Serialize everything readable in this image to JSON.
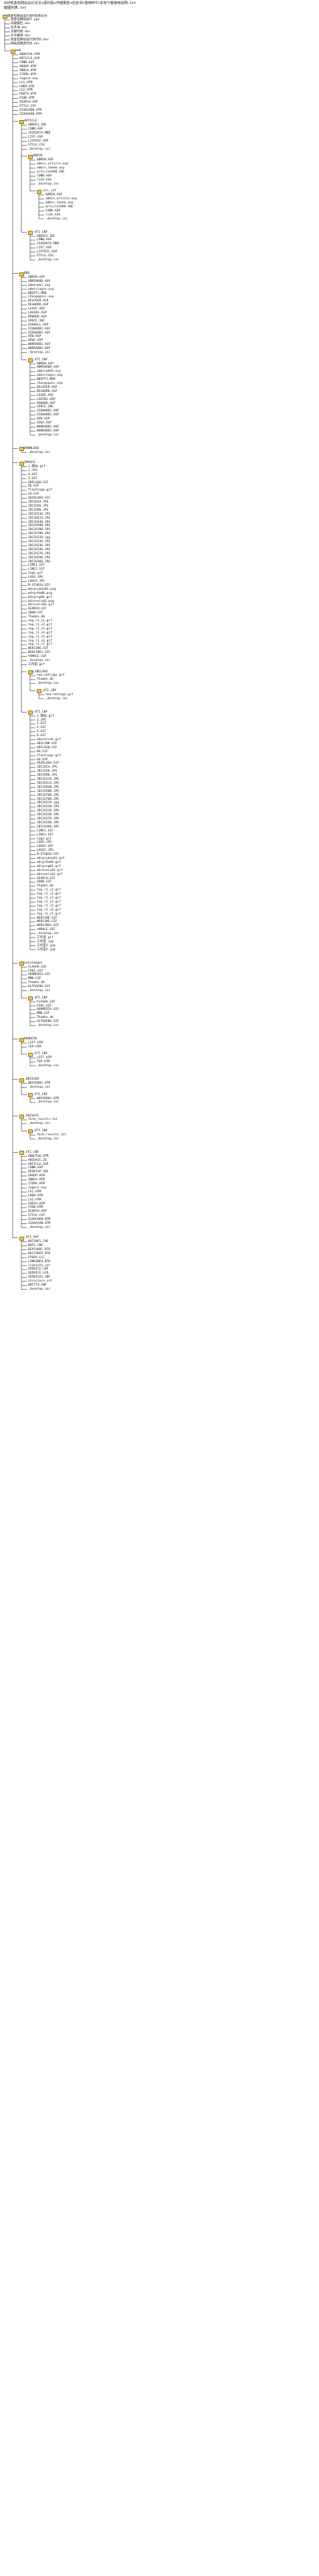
{
  "header": {
    "line1": "ASP现金包网站设计论文+源代码+开题报告+任务书+答辩PPT+本地下载使用说明.txt",
    "line2": "截图列表.txt"
  },
  "tree": {
    "root": "现金包网站设计源代码和论文",
    "root_children": [
      "现金包网站设计.ppt",
      "开题报告.doc",
      "任务书.doc",
      "文献综述.doc",
      "外文翻译.doc",
      "现金包网站设计源代码.doc",
      "网站说明源代码.doc"
    ],
    "web": {
      "name": "web",
      "files": [
        "ABOUTUS.HTM",
        "ARTICLE.ASP",
        "CONN.ASP",
        "GROUP.HTM",
        "INDEX.HTM",
        "ITEMS.HTM",
        "logout.asp",
        "LS1.HTM",
        "LMEM.HTM",
        "LS2.HTM",
        "PHOTO.HTM",
        "PIUB.HTM",
        "SEARCH.ASP",
        "STYLE.CSS",
        "XIAOCHEN.HTM",
        "ZIAOQIAN.HTM"
      ],
      "folders": [
        {
          "name": "ARTICLE",
          "files": [
            "ADDVS1.INC",
            "CONN.ASP",
            "JAZEDATA.MDB",
            "LIST.ASP",
            "LISTDIC.ASP",
            "STYLE.CSS",
            "_desktop.ini"
          ],
          "sub": [
            {
              "name": "ADMIN",
              "files": [
                "ADMIN.ASP",
                "admin_article.asp",
                "admin_lmeem.asp",
                "articleCHAR.INC",
                "CONN.ASP",
                "link.htm",
                "_desktop.ini"
              ],
              "sub": [
                {
                  "name": "_vti_cnf",
                  "files": [
                    "ADMIN.ASP",
                    "admin_article.asp",
                    "admin_lmeem.asp",
                    "articleCHAR.INC",
                    "CONN.ASP",
                    "link.htm",
                    "_desktop.ini"
                  ]
                }
              ]
            },
            {
              "name": "_VTI_CNF",
              "files": [
                "ADDVS1.INC",
                "CONN.ASP",
                "JAZEDATA.MDB",
                "LIST.ASP",
                "LISTDIC.ASP",
                "STYLE.CSS",
                "_desktop.ini"
              ]
            }
          ]
        },
        {
          "name": "BBS",
          "files": [
            "ADMIN.ASP",
            "ADMINADD.ASP",
            "admindel.asp",
            "adminlogin.asp",
            "BBSPT1.MDB",
            "changepass.asp",
            "DELUSER.ASP",
            "DELWORD.ASP",
            "LEAVE.ASP",
            "LOGIN1.ASP",
            "REWORD.ASP",
            "SPACE.INC",
            "VIEWALL.ASP",
            "VIEWADD1.ASP",
            "VIEWADD2.ASP",
            "VEW.ASP",
            "VEW2.ASP",
            "WORDADD1.ASP",
            "WORDADD2.ASP",
            "_desktop.ini"
          ],
          "sub": [
            {
              "name": "_VTI_CNF",
              "files": [
                "ADMIN.ASP",
                "ADMINADD.ASP",
                "adminadd2.asp",
                "adminlogin.asp",
                "BBSPT1.MDB",
                "changepass.asp",
                "DELUSER.ASP",
                "DELWORD.ASP",
                "LEAVE.ASP",
                "LOGIN1.ASP",
                "REWORD.ASP",
                "SPACE.INC",
                "VIEWADD1.ASP",
                "VIEWADD2.ASP",
                "VEW.ASP",
                "VEW2.ASP",
                "WORDADD1.ASP",
                "WORDADD2.ASP",
                "_desktop.ini"
              ]
            }
          ]
        },
        {
          "name": "DOWNLOAD",
          "files": [
            "_desktop.ini"
          ],
          "sub": []
        },
        {
          "name": "IMAGES",
          "files": [
            "1.网站.gif",
            "2.JPG",
            "4.GIF",
            "5.GIF",
            "ADFLOG0.GIF",
            "BG.GIF",
            "flashlogo.gif",
            "GO.GIF",
            "HACKLOGO.GIF",
            "JDC2U24.JPG",
            "JDC2U56.JPG",
            "JDC2U96.JPG",
            "JDC2U116.JPG",
            "JDC2U414.JPG",
            "JDC2U440.JPG",
            "JDC2U508.JPG",
            "JDC2U708.JPG",
            "JDC2U709.JPG",
            "JDC2U219.jpg",
            "JDC2U238.JPG",
            "JDC2U236.JPG",
            "JDC2U248.JPG",
            "JDC2U276.JPG",
            "JDC2U296.JPG",
            "JDC2U366.JPG",
            "LINE1.GIF",
            "LINE2.GIF",
            "logo.gif",
            "LOGO.JPG",
            "LOGO2.JPG",
            "M-STUDIO.GIF",
            "m4rgrybox01.png",
            "m4rgr9n00.png",
            "m4rgrup01.gif",
            "m4revels01.png",
            "m4revels01.gif",
            "SEARCH.GIF",
            "SHOW.GIF",
            "Thumbs.db",
            "top_r1_c1.gif",
            "top_r1_c2.gif",
            "top_r1_c3.gif",
            "top_r1_c4.gif",
            "top_r1_c5.gif",
            "top_r1_c6.gif",
            "top_r1_c7.gif",
            "WEB1ING.GIF",
            "WEB1ING2.GIF",
            "YAMALE.GIF",
            "_desktop.ini",
            "工作室.gif"
          ],
          "sub": [
            {
              "name": "LINELOGO",
              "files": [
                "new-netlogo.gif",
                "Thumbs.db",
                "_desktop.ini"
              ],
              "sub": [
                {
                  "name": "_VTI_CNF",
                  "files": [
                    "new-netlogo.gif",
                    "_desktop.ini"
                  ]
                }
              ]
            },
            {
              "name": "_VTI_CNF",
              "files": [
                "1.网站.gif",
                "1.JPG",
                "2.GIF",
                "4.GIF",
                "5.GIF",
                "6.GIF",
                "aboutlink.gif",
                "AD1LINK.GIF",
                "ADFLOG0.GIF",
                "BG.GIF",
                "flashlogo.gif",
                "GO.GIF",
                "HACKLOGO.GIF",
                "JDC2U24.JPG",
                "JDC2U56.JPG",
                "JDC2U96.JPG",
                "JDC2U116.JPG",
                "JDC2U414.JPG",
                "JDC2U440.JPG",
                "JDC2U508.JPG",
                "JDC2U708.JPG",
                "JDC2U709.JPG",
                "JDC2U219.jpg",
                "JDC2U238.JPG",
                "JDC2U236.JPG",
                "JDC2U248.JPG",
                "JDC2U276.JPG",
                "JDC2U296.JPG",
                "JDC2U366.JPG",
                "LINE1.GIF",
                "LINE2.GIF",
                "logo.gif",
                "LOGO.JPG",
                "LOGO2.GIF",
                "LOGO2.JPG",
                "M-STUDIO.GIF",
                "m4rgrybox01.gif",
                "m4rgr9n00.gif",
                "m4rgrup01.gif",
                "m4revels01.gif",
                "m4revels02.gif",
                "SEARCH.GIF",
                "SHOW.GIF",
                "Thumbs.db",
                "top_r1_c1.gif",
                "top_r1_c2.gif",
                "top_r1_c3.gif",
                "top_r1_c4.gif",
                "top_r1_c5.gif",
                "top_r1_c6.gif",
                "top_r1_c7.gif",
                "WEB1INE.GIF",
                "WEB1ING.GIF",
                "WEB1ING2.GIF",
                "YAMALE.GIF",
                "_desktop.ini",
                "工作室.gif",
                "工作室.jpg",
                "工作室1.jpg",
                "工作室2.jpg"
              ]
            }
          ]
        },
        {
          "name": "notaimages",
          "files": [
            "FLASHS.GIF",
            "FX01.GIF",
            "HOOMEDIA.GIF",
            "MMK.GIF",
            "Thumbs.db",
            "ULTRAENV.GIF",
            "_desktop.ini"
          ],
          "sub": [
            {
              "name": "_VTI_CNF",
              "files": [
                "FLASHS.GIF",
                "FX01.GIF",
                "HOOMEDIA.GIF",
                "MMK.GIF",
                "Thumbs.db",
                "ULTRAENV.GIF",
                "_desktop.ini"
              ]
            }
          ]
        },
        {
          "name": "BORDERS",
          "files": [
            "LEFT.HTM",
            "TOP.HTM"
          ],
          "sub": [
            {
              "name": "_VTI_CNF",
              "files": [
                "LEFT.HTM",
                "TOP.HTM",
                "_desktop.ini"
              ]
            }
          ]
        },
        {
          "name": "_DERIVED",
          "files": [
            "WOSIRD01.HTM",
            "_desktop.ini"
          ],
          "sub": [
            {
              "name": "_VTI_CNF",
              "files": [
                "WOSIRD01.HTM",
                "_desktop.ini"
              ]
            }
          ]
        },
        {
          "name": "_PRIVATE",
          "files": [
            "form_results.txt",
            "_desktop.ini"
          ],
          "sub": [
            {
              "name": "_VTI_CNF",
              "files": [
                "form_results.txt",
                "_desktop.ini"
              ]
            }
          ]
        },
        {
          "name": "_VTI_CNF",
          "files": [
            "ABOUTUS.HTM",
            "ARCHAIC.ZG",
            "ARTICLE.ASP",
            "CONN.ASP",
            "DESKTOP.INI",
            "GROUP.HTM",
            "INDEX.HTM",
            "ITEMS.HTM",
            "logout.asp",
            "LS1.HTM",
            "LMEM.HTM",
            "LS2.HTM",
            "PHOTO.HTM",
            "PIUB.HTM",
            "SEARCH.ASP",
            "STYLE.CSS",
            "XIAOCHEN.HTM",
            "ZIAOQIAN.HTM",
            "_desktop.ini"
          ],
          "sub": []
        },
        {
          "name": "_VTI_PVT",
          "files": [
            "BOTINFS.CNF",
            "BOTS.CNF",
            "DEPTODOC.BTR",
            "DOCTODEP.BTR",
            "FPSRV.LCC",
            "LINKINFO.BTR",
            "linkinfo.cnf",
            "SERVICE.CNF",
            "SERVICE.LCK",
            "SERVICES.CNF",
            "structure.cnf",
            "WRITTO.CNF",
            "_desktop.ini"
          ],
          "sub": []
        }
      ]
    }
  }
}
